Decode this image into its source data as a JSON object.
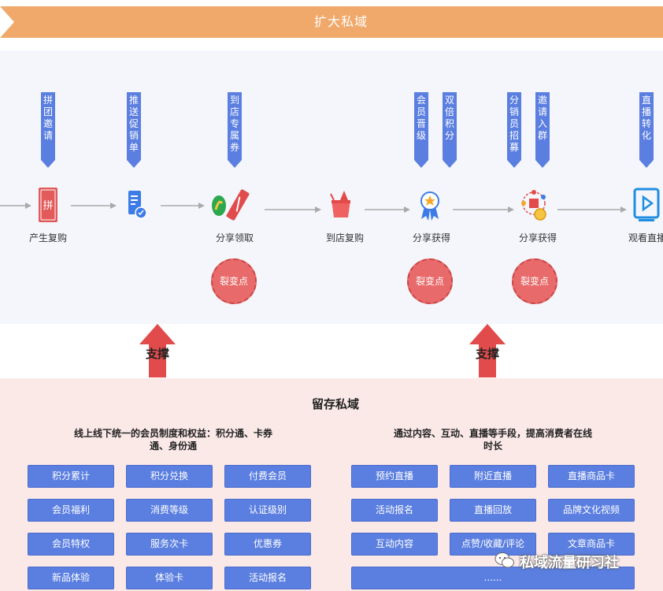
{
  "banner": {
    "title": "扩大私域",
    "color": "#f0a96a"
  },
  "flow": {
    "tags": [
      {
        "text": "拼团邀请"
      },
      {
        "text": "推送促销单"
      },
      {
        "text": "到店专属券"
      },
      {
        "text": "会员晋级"
      },
      {
        "text": "双倍积分"
      },
      {
        "text": "分销员招募"
      },
      {
        "text": "邀请入群"
      },
      {
        "text": "直播转化"
      }
    ],
    "nodes": [
      {
        "label": "产生复购",
        "icon": "pin-tuan-icon"
      },
      {
        "label": "",
        "icon": "promo-document-icon"
      },
      {
        "label": "分享领取",
        "icon": "coupon-share-icon"
      },
      {
        "label": "到店复购",
        "icon": "shopping-basket-icon"
      },
      {
        "label": "分享获得",
        "icon": "award-medal-icon"
      },
      {
        "label": "分享获得",
        "icon": "gift-network-icon"
      },
      {
        "label": "观看直播",
        "icon": "live-play-icon"
      }
    ],
    "fission_label": "裂变点",
    "tag_color": "#5b7fe0"
  },
  "support": {
    "label": "支撑",
    "color": "#e24b4b"
  },
  "retain": {
    "title": "留存私域",
    "left": {
      "title_line1": "线上线下统一的会员制度和权益：积分通、卡券",
      "title_line2": "通、身份通",
      "items": [
        "积分累计",
        "积分兑换",
        "付费会员",
        "会员福利",
        "消费等级",
        "认证级别",
        "会员特权",
        "服务次卡",
        "优惠券",
        "新品体验",
        "体验卡",
        "活动报名"
      ]
    },
    "right": {
      "title_line1": "通过内容、互动、直播等手段，提高消费者在线",
      "title_line2": "时长",
      "items": [
        "预约直播",
        "附近直播",
        "直播商品卡",
        "活动报名",
        "直播回放",
        "品牌文化视频",
        "互动内容",
        "点赞/收藏/评论",
        "文章商品卡"
      ],
      "more": "......"
    }
  },
  "watermark": "私域流量研习社"
}
